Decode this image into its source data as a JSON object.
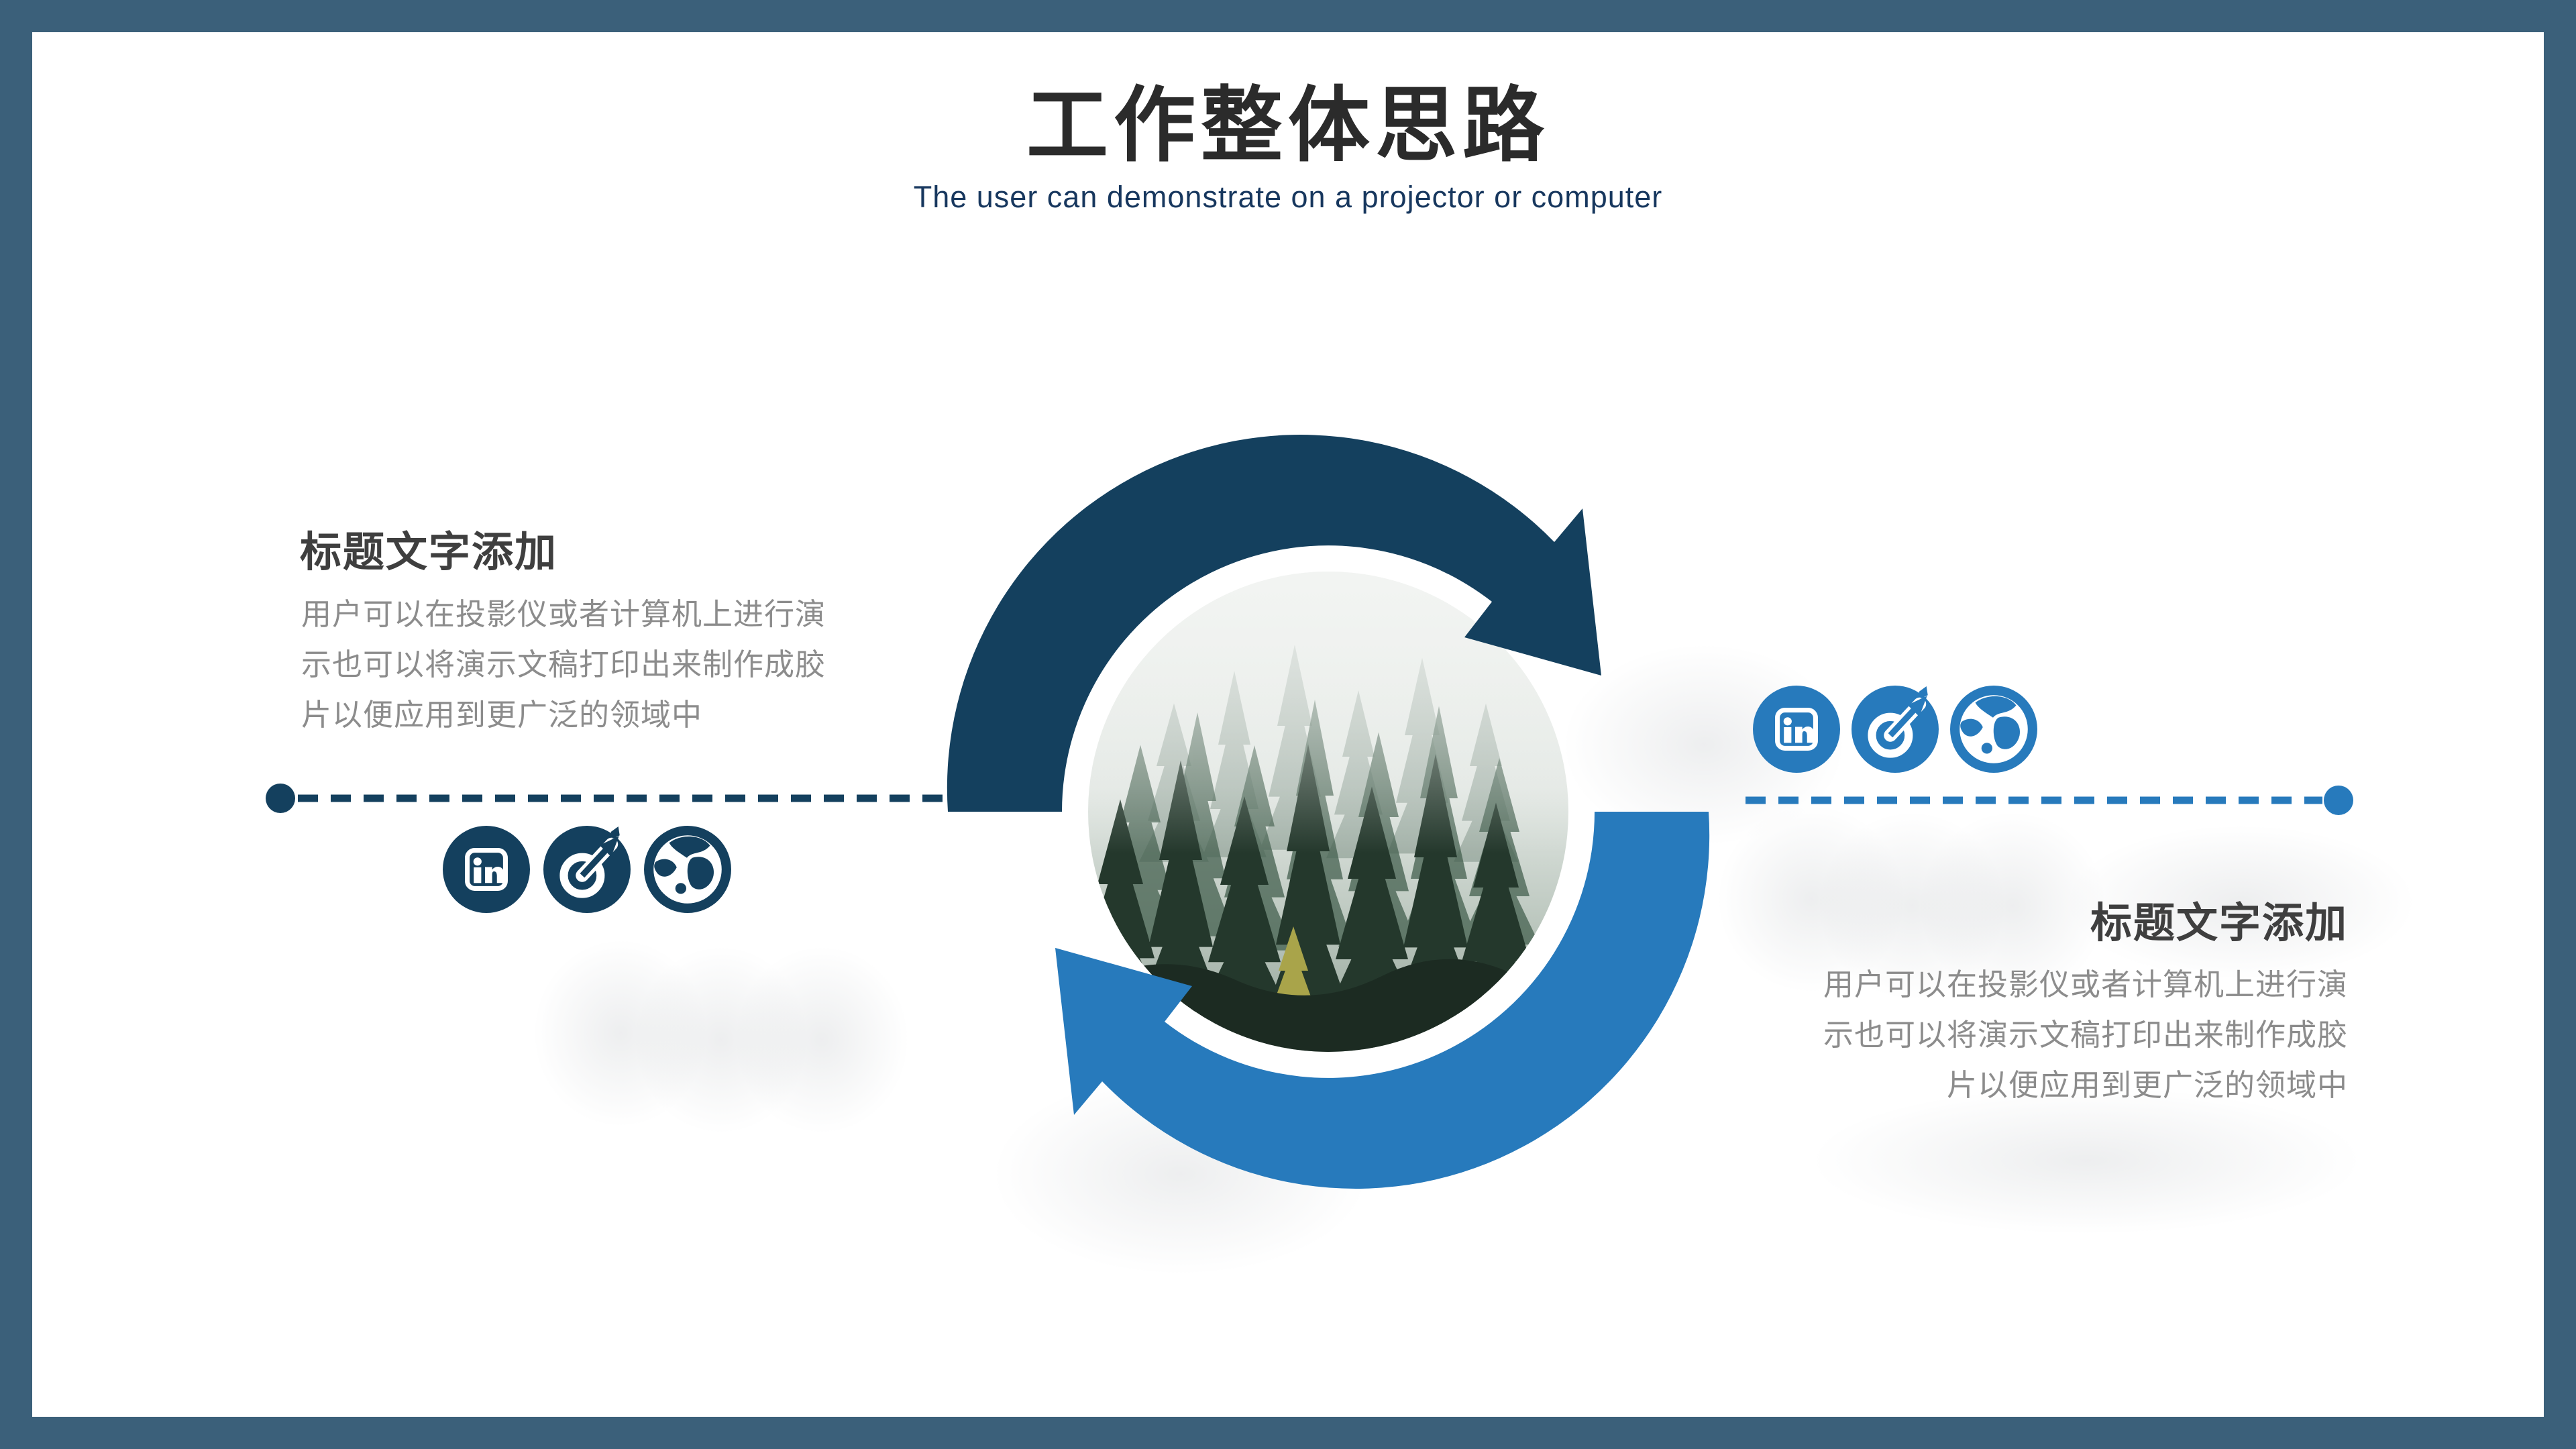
{
  "header": {
    "title": "工作整体思路",
    "subtitle": "The user can demonstrate on a projector or computer"
  },
  "left_block": {
    "heading": "标题文字添加",
    "body_lines": [
      "用户可以在投影仪或者计算机上进行演",
      "示也可以将演示文稿打印出来制作成胶",
      "片以便应用到更广泛的领域中"
    ],
    "icons": [
      "linkedin-icon",
      "target-icon",
      "globe-icon"
    ]
  },
  "right_block": {
    "heading": "标题文字添加",
    "body_lines": [
      "用户可以在投影仪或者计算机上进行演",
      "示也可以将演示文稿打印出来制作成胶",
      "片以便应用到更广泛的领域中"
    ],
    "icons": [
      "linkedin-icon",
      "target-icon",
      "globe-icon"
    ]
  },
  "center_graphic": {
    "type": "cycle-arrows-around-photo",
    "photo": "misty-pine-forest",
    "arrow_direction": "clockwise"
  },
  "colors": {
    "frame_border": "#3b607a",
    "background": "#ffffff",
    "accent_dark": "#14405e",
    "accent_light": "#277abc",
    "title_text": "#2b2b2b",
    "subtitle_text": "#17375e",
    "heading_text": "#3f3f3f",
    "body_text": "#8c8c8c"
  }
}
